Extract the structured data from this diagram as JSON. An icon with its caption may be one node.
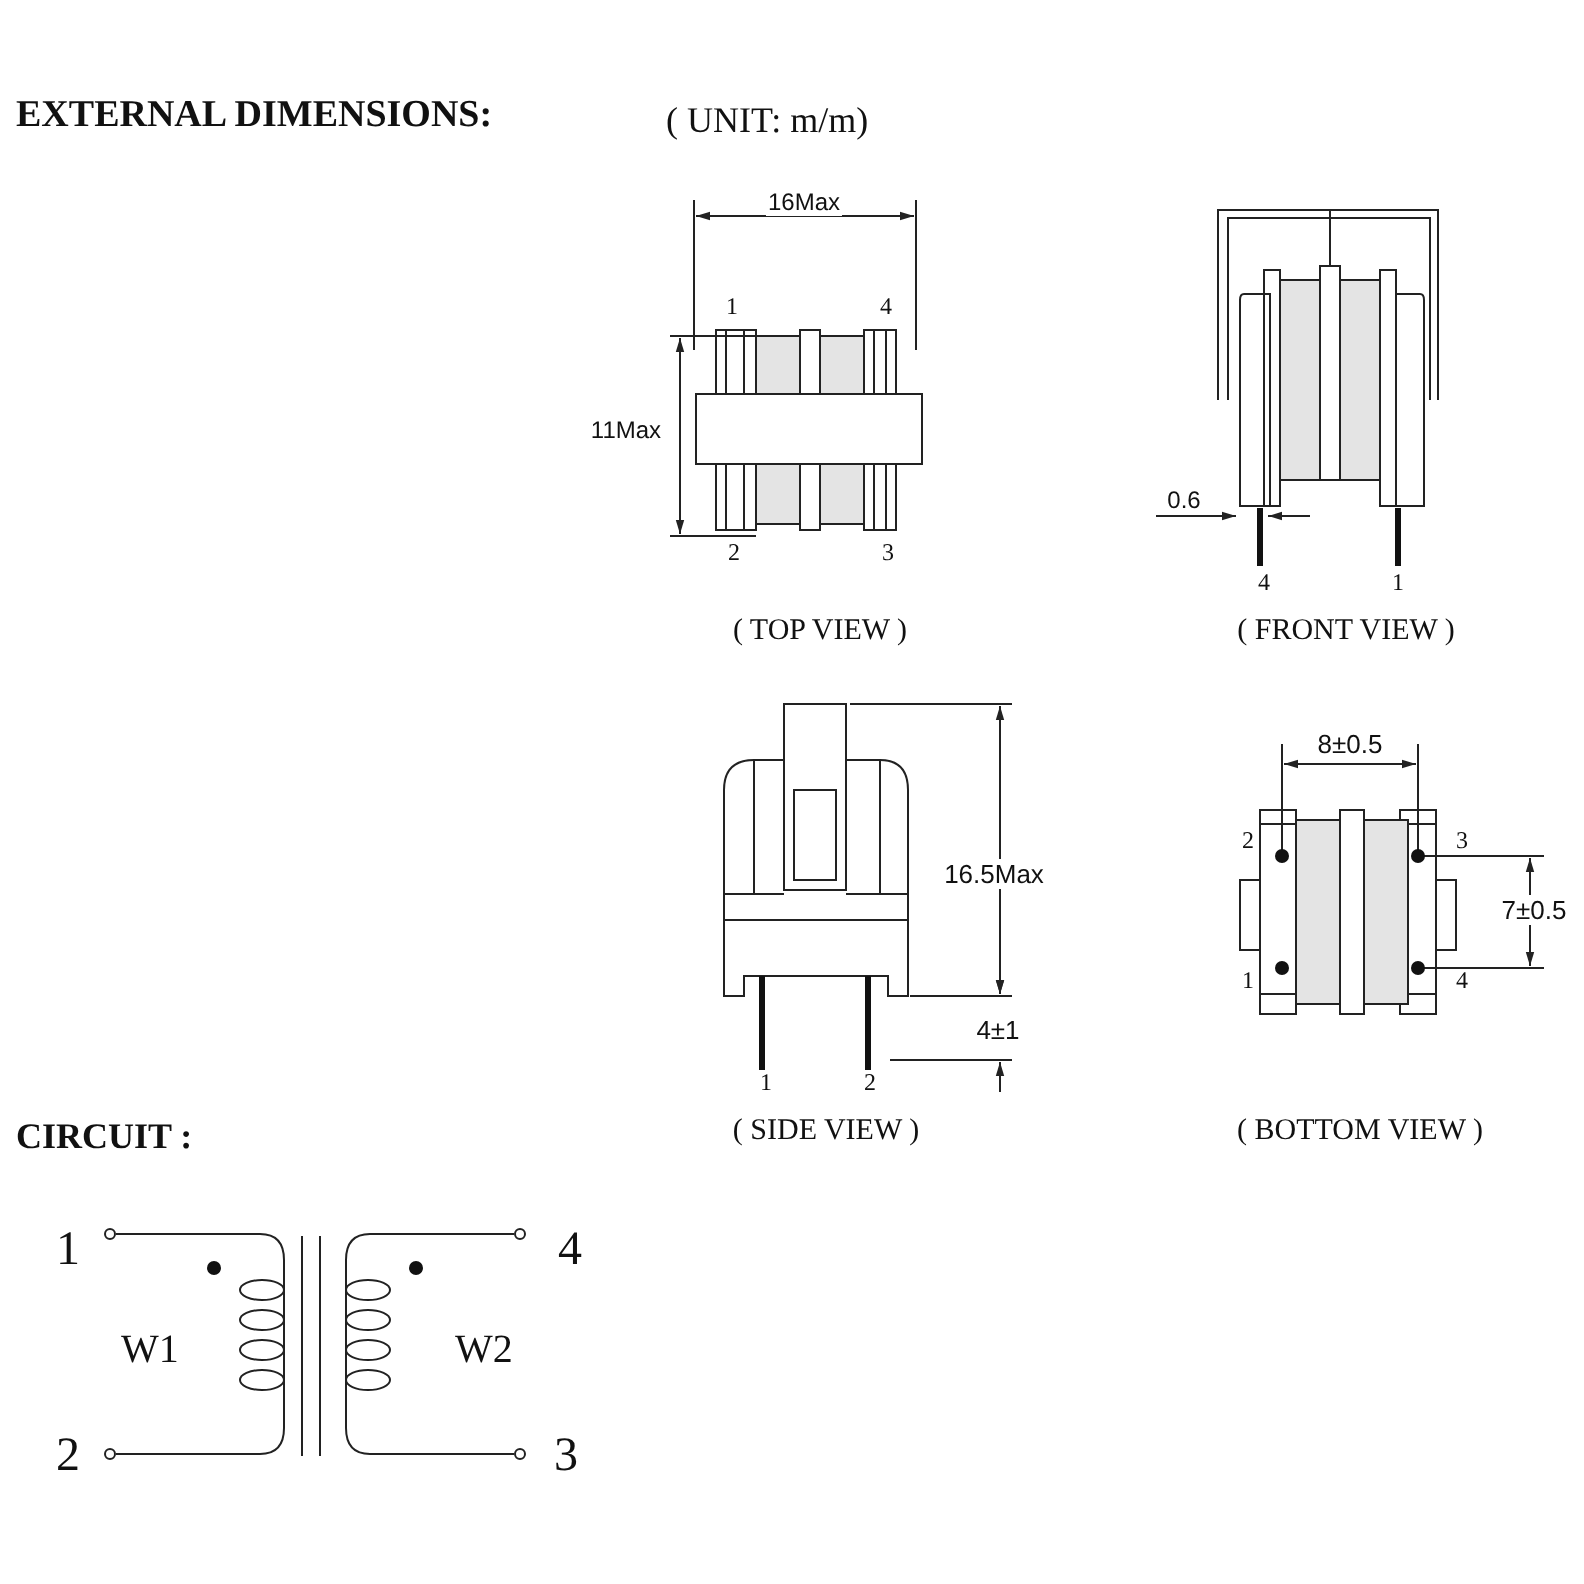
{
  "diagram": {
    "title": "EXTERNAL DIMENSIONS:",
    "labels": [
      "( UNIT: m/m)",
      "16Max",
      "1",
      "4",
      "11Max",
      "2",
      "3",
      "( TOP VIEW )",
      "0.6",
      "4",
      "1",
      "( FRONT VIEW )",
      "16.5Max",
      "4±1",
      "1",
      "2",
      "8±0.5",
      "2",
      "3",
      "7±0.5",
      "1",
      "4",
      "CIRCUIT :",
      "( SIDE VIEW )",
      "( BOTTOM VIEW )",
      "1",
      "4",
      "W1",
      "W2",
      "2",
      "3"
    ]
  }
}
